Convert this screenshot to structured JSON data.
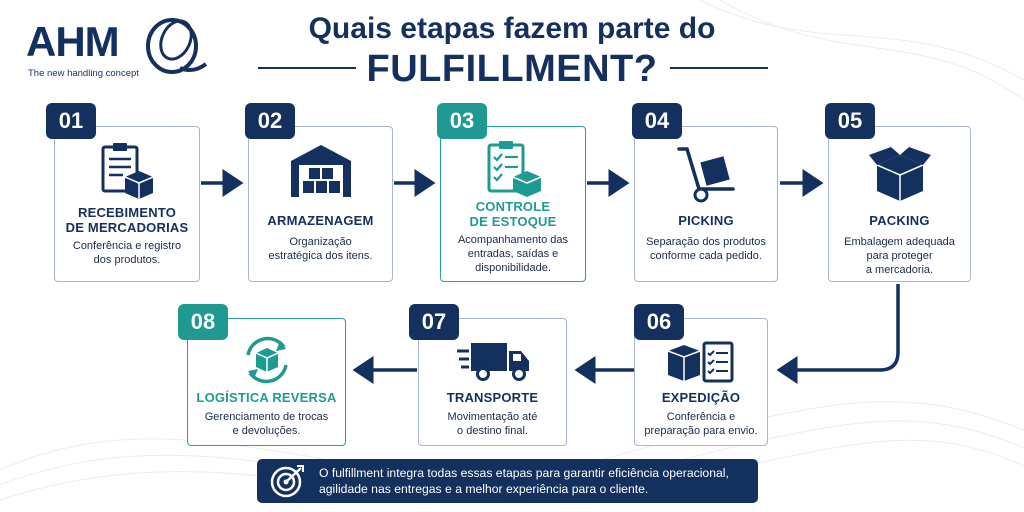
{
  "logo": {
    "name": "AHM",
    "tagline": "The new handling concept"
  },
  "title": {
    "line1": "Quais etapas fazem parte do",
    "line2": "FULFILLMENT?"
  },
  "steps": [
    {
      "number": "01",
      "title": "RECEBIMENTO\nDE MERCADORIAS",
      "description": "Conferência e registro\ndos produtos.",
      "icon": "clipboard-box-icon"
    },
    {
      "number": "02",
      "title": "ARMAZENAGEM",
      "description": "Organização\nestratégica dos itens.",
      "icon": "warehouse-icon"
    },
    {
      "number": "03",
      "title": "CONTROLE\nDE ESTOQUE",
      "description": "Acompanhamento das\nentradas, saídas e\ndisponibilidade.",
      "icon": "inventory-checklist-icon"
    },
    {
      "number": "04",
      "title": "PICKING",
      "description": "Separação dos produtos\nconforme cada pedido.",
      "icon": "hand-truck-icon"
    },
    {
      "number": "05",
      "title": "PACKING",
      "description": "Embalagem adequada\npara proteger\na mercadoria.",
      "icon": "open-box-icon"
    },
    {
      "number": "06",
      "title": "EXPEDIÇÃO",
      "description": "Conferência e\npreparação para envio.",
      "icon": "boxes-checklist-icon"
    },
    {
      "number": "07",
      "title": "TRANSPORTE",
      "description": "Movimentação até\no destino final.",
      "icon": "truck-icon"
    },
    {
      "number": "08",
      "title": "LOGÍSTICA REVERSA",
      "description": "Gerenciamento de trocas\ne devoluções.",
      "icon": "return-cycle-icon"
    }
  ],
  "footer": {
    "text": "O fulfillment integra todas essas etapas para garantir eficiência operacional,\nagilidade nas entregas e a melhor experiência para o cliente.",
    "icon": "target-icon"
  },
  "colors": {
    "navy": "#13305e",
    "teal": "#1f9a92",
    "border": "#a9b6c8"
  }
}
